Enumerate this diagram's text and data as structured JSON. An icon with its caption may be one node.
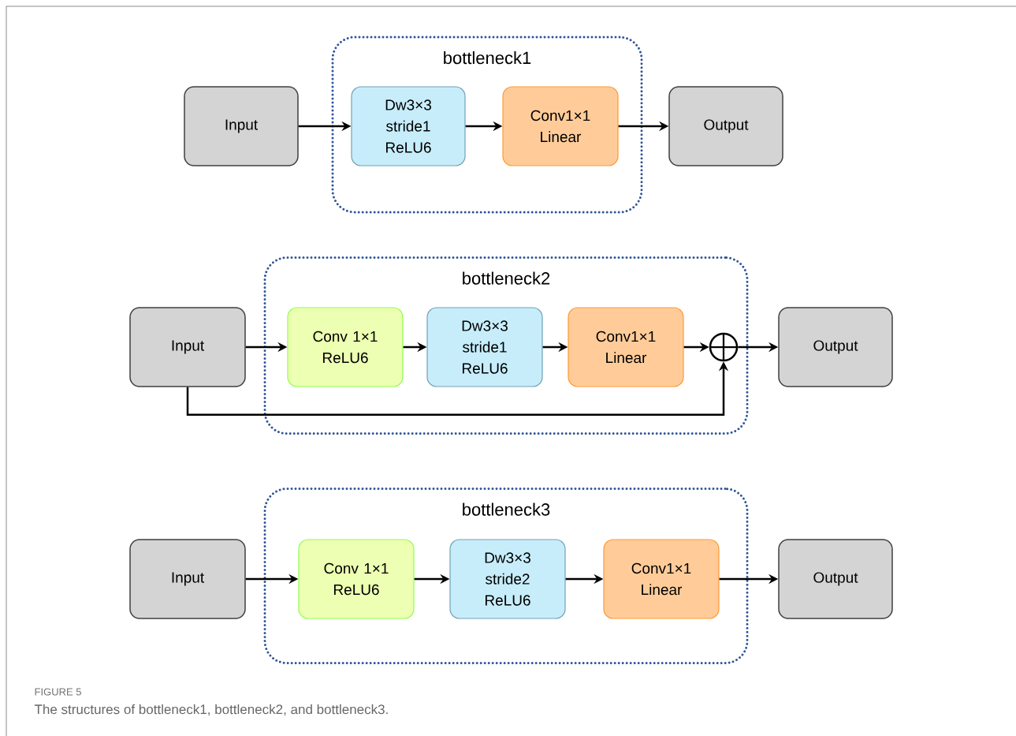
{
  "diagram": {
    "caption": "The structures of bottleneck1, bottleneck2, and bottleneck3.",
    "nodes": [
      {
        "text": [
          "Input"
        ]
      },
      {
        "text": [
          "bottleneck1"
        ]
      },
      {
        "text": [
          "Dw3×3 stride1 ReLU6"
        ],
        "in": 1
      },
      {
        "text": [
          "Conv1×1 Linear"
        ],
        "in": 1
      },
      {
        "text": [
          "Output"
        ]
      },
      {
        "text": [
          "Input"
        ]
      },
      {
        "text": [
          "bottleneck2"
        ]
      },
      {
        "text": [
          "Conv 1×1 ReLU6"
        ],
        "in": 6
      },
      {
        "text": [
          "Dw3×3 stride1 ReLU6"
        ],
        "in": 6
      },
      {
        "text": [
          "Conv1×1 Linear"
        ],
        "in": 6
      },
      {
        "text": [],
        "shape": "circle",
        "in": 6
      },
      {
        "text": [
          "Output"
        ]
      },
      {
        "text": [
          "Input"
        ]
      },
      {
        "text": [
          "bottleneck3"
        ]
      },
      {
        "text": [
          "Conv 1×1 ReLU6"
        ],
        "in": 13
      },
      {
        "text": [
          "Dw3×3 stride2 ReLU6"
        ],
        "in": 13
      },
      {
        "text": [
          "Conv1×1 Linear"
        ],
        "in": 13
      },
      {
        "text": [
          "Output"
        ]
      }
    ],
    "edges": [
      {
        "from": 0,
        "to": 2,
        "arrow": "to"
      },
      {
        "from": 2,
        "to": 3,
        "arrow": "to"
      },
      {
        "from": 3,
        "to": 4,
        "arrow": "to"
      },
      {
        "from": 5,
        "to": 7,
        "arrow": "to"
      },
      {
        "from": 7,
        "to": 8,
        "arrow": "to"
      },
      {
        "from": 8,
        "to": 9,
        "arrow": "to"
      },
      {
        "from": 9,
        "to": 10,
        "arrow": "to"
      },
      {
        "from": 10,
        "to": 11,
        "arrow": "to"
      },
      {
        "from": 5,
        "to": 10,
        "arrow": "to"
      },
      {
        "from": 12,
        "to": 14,
        "arrow": "to"
      },
      {
        "from": 14,
        "to": 15,
        "arrow": "to"
      },
      {
        "from": 15,
        "to": 16,
        "arrow": "to"
      },
      {
        "from": 16,
        "to": 17,
        "arrow": "to"
      }
    ],
    "labels": [
      "FIGURE 5"
    ]
  }
}
